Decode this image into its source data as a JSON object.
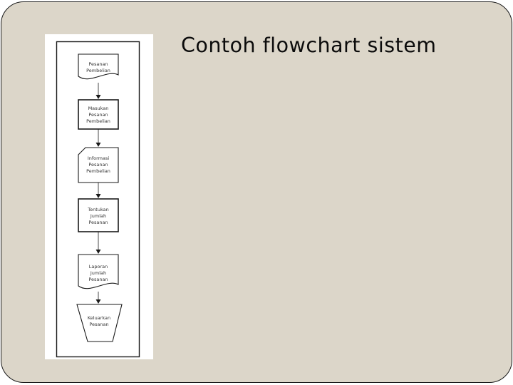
{
  "slide": {
    "title": "Contoh flowchart sistem",
    "background_color": "#dcd6c9",
    "border_color": "#1a1a1a",
    "title_color": "#0b0b0b"
  },
  "flowchart": {
    "panel_background": "#ffffff",
    "stroke_color": "#1a1a1a",
    "shapes": [
      {
        "type": "document",
        "lines": [
          "Pesanan",
          "Pembelian"
        ]
      },
      {
        "type": "process",
        "lines": [
          "Masukan",
          "Pesanan",
          "Pembelian"
        ]
      },
      {
        "type": "card",
        "lines": [
          "Informasi",
          "Pesanan",
          "Pembelian"
        ]
      },
      {
        "type": "process",
        "lines": [
          "Tentukan",
          "Jumlah",
          "Pesanan"
        ]
      },
      {
        "type": "document",
        "lines": [
          "Laporan",
          "Jumlah",
          "Pesanan"
        ]
      },
      {
        "type": "manual-operation",
        "lines": [
          "Keluarkan",
          "Pesanan"
        ]
      }
    ]
  }
}
